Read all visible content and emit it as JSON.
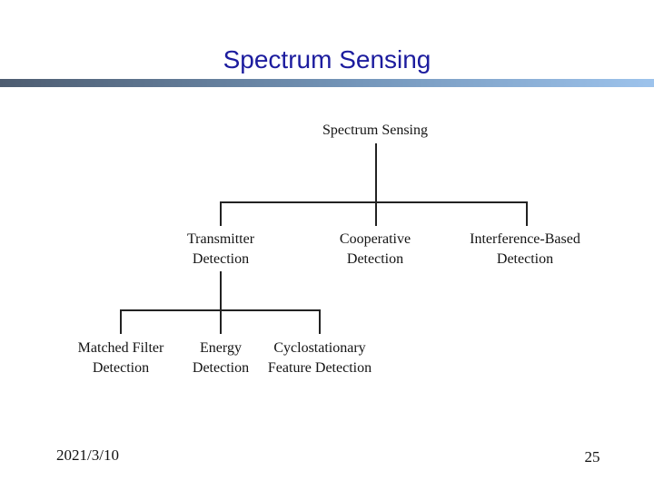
{
  "title": "Spectrum Sensing",
  "diagram": {
    "root": "Spectrum Sensing",
    "level2": [
      {
        "line1": "Transmitter",
        "line2": "Detection"
      },
      {
        "line1": "Cooperative",
        "line2": "Detection"
      },
      {
        "line1": "Interference-Based",
        "line2": "Detection"
      }
    ],
    "level3": [
      {
        "line1": "Matched Filter",
        "line2": "Detection"
      },
      {
        "line1": "Energy",
        "line2": "Detection"
      },
      {
        "line1": "Cyclostationary",
        "line2": "Feature Detection"
      }
    ]
  },
  "footer": {
    "date": "2021/3/10",
    "page": "25"
  },
  "colors": {
    "title_color": "#1c1c9e",
    "bar_left": "#4d5c70",
    "bar_mid": "#7496ba",
    "bar_right": "#9dc3ec",
    "line_color": "#222222"
  }
}
